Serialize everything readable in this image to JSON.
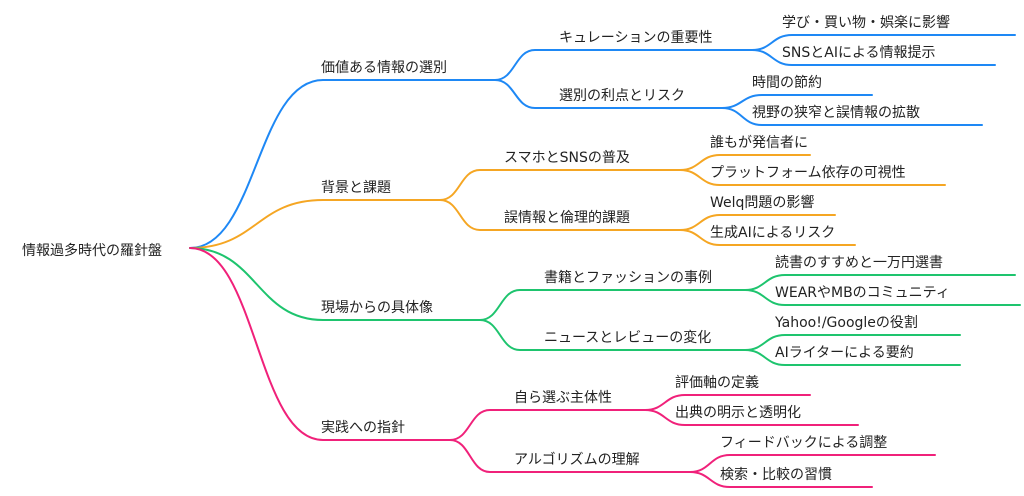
{
  "root": {
    "label": "情報過多時代の羅針盤"
  },
  "branches": [
    {
      "label": "価値ある情報の選別",
      "color": "#1e88f5",
      "children": [
        {
          "label": "キュレーションの重要性",
          "children": [
            {
              "label": "学び・買い物・娯楽に影響"
            },
            {
              "label": "SNSとAIによる情報提示"
            }
          ]
        },
        {
          "label": "選別の利点とリスク",
          "children": [
            {
              "label": "時間の節約"
            },
            {
              "label": "視野の狭窄と誤情報の拡散"
            }
          ]
        }
      ]
    },
    {
      "label": "背景と課題",
      "color": "#f5a623",
      "children": [
        {
          "label": "スマホとSNSの普及",
          "children": [
            {
              "label": "誰もが発信者に"
            },
            {
              "label": "プラットフォーム依存の可視性"
            }
          ]
        },
        {
          "label": "誤情報と倫理的課題",
          "children": [
            {
              "label": "Welq問題の影響"
            },
            {
              "label": "生成AIによるリスク"
            }
          ]
        }
      ]
    },
    {
      "label": "現場からの具体像",
      "color": "#1ec46e",
      "children": [
        {
          "label": "書籍とファッションの事例",
          "children": [
            {
              "label": "読書のすすめと一万円選書"
            },
            {
              "label": "WEARやMBのコミュニティ"
            }
          ]
        },
        {
          "label": "ニュースとレビューの変化",
          "children": [
            {
              "label": "Yahoo!/Googleの役割"
            },
            {
              "label": "AIライターによる要約"
            }
          ]
        }
      ]
    },
    {
      "label": "実践への指針",
      "color": "#f0217a",
      "children": [
        {
          "label": "自ら選ぶ主体性",
          "children": [
            {
              "label": "評価軸の定義"
            },
            {
              "label": "出典の明示と透明化"
            }
          ]
        },
        {
          "label": "アルゴリズムの理解",
          "children": [
            {
              "label": "フィードバックによる調整"
            },
            {
              "label": "検索・比較の習慣"
            }
          ]
        }
      ]
    }
  ]
}
